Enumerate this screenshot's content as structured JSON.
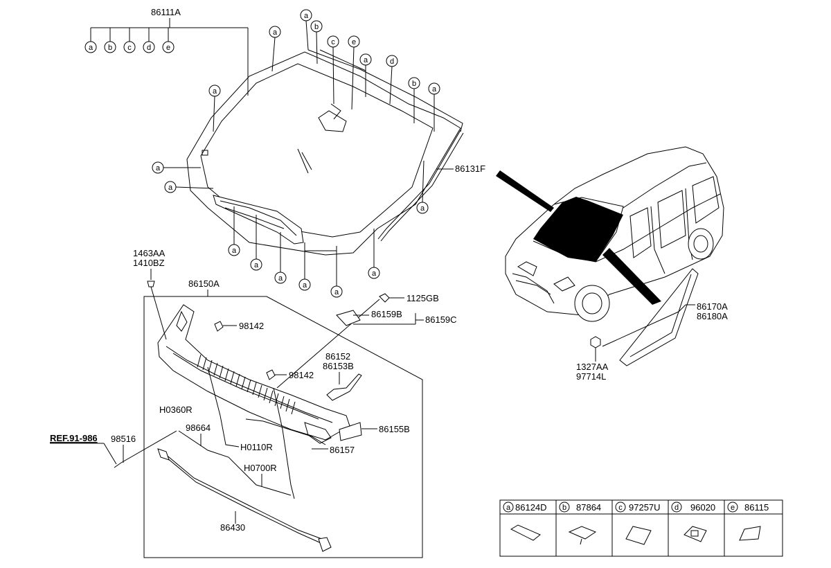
{
  "part_labels": {
    "p86111A": "86111A",
    "p86131F": "86131F",
    "p1463AA": "1463AA",
    "p1410BZ": "1410BZ",
    "p86150A": "86150A",
    "p1125GB": "1125GB",
    "p98142a": "98142",
    "p86159B": "86159B",
    "p86159C": "86159C",
    "p86152": "86152",
    "p86153B": "86153B",
    "p98142b": "98142",
    "pH0360R": "H0360R",
    "p98664": "98664",
    "pH0110R": "H0110R",
    "p86155B": "86155B",
    "p86157": "86157",
    "pREF": "REF.91-986",
    "p98516": "98516",
    "pH0700R": "H0700R",
    "p86430": "86430",
    "p86170A": "86170A",
    "p86180A": "86180A",
    "p1327AA": "1327AA",
    "p97714L": "97714L"
  },
  "callout_letters": {
    "a": "a",
    "b": "b",
    "c": "c",
    "d": "d",
    "e": "e"
  },
  "legend": {
    "items": [
      {
        "letter": "a",
        "part": "86124D"
      },
      {
        "letter": "b",
        "part": "87864"
      },
      {
        "letter": "c",
        "part": "97257U"
      },
      {
        "letter": "d",
        "part": "96020"
      },
      {
        "letter": "e",
        "part": "86115"
      }
    ]
  }
}
